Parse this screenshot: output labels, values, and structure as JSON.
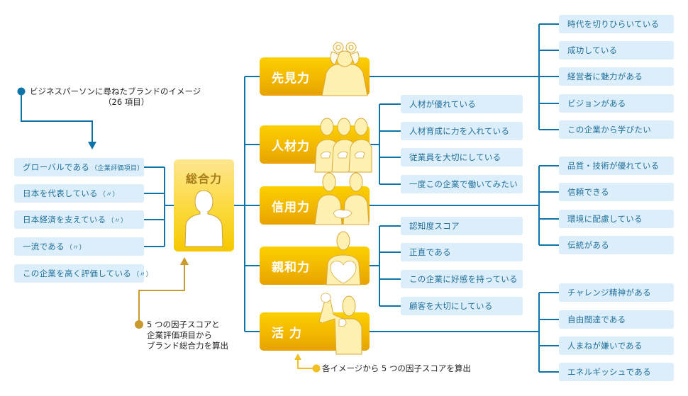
{
  "diagram": {
    "source_caption": {
      "line1": "ビジネスパーソンに尋ねたブランドのイメージ",
      "line2": "（26 項目）",
      "bullet_color": "#0e73a8"
    },
    "total": {
      "label": "総合力",
      "caption": [
        "5 つの因子スコアと",
        "企業評価項目から",
        "ブランド総合力を算出"
      ],
      "bullet_color": "#c99a2e"
    },
    "factor_caption": {
      "text": "各イメージから 5 つの因子スコアを算出",
      "bullet_color": "#f2be22"
    },
    "corporate_items": [
      {
        "text": "グローバルである",
        "note": "（企業評価項目）"
      },
      {
        "text": "日本を代表している",
        "note": "（〃）"
      },
      {
        "text": "日本経済を支えている",
        "note": "（〃）"
      },
      {
        "text": "一流である",
        "note": "（〃）"
      },
      {
        "text": "この企業を高く評価している",
        "note": "（〃）"
      }
    ],
    "factors": [
      {
        "label": "先見力",
        "items": [
          "時代を切りひらいている",
          "成功している",
          "経営者に魅力がある",
          "ビジョンがある",
          "この企業から学びたい"
        ]
      },
      {
        "label": "人材力",
        "items": [
          "人材が優れている",
          "人材育成に力を入れている",
          "従業員を大切にしている",
          "一度この企業で働いてみたい"
        ]
      },
      {
        "label": "信用力",
        "items": [
          "品質・技術が優れている",
          "信頼できる",
          "環境に配慮している",
          "伝統がある"
        ]
      },
      {
        "label": "親和力",
        "items": [
          "認知度スコア",
          "正直である",
          "この企業に好感を持っている",
          "顧客を大切にしている"
        ]
      },
      {
        "label": "活 力",
        "items": [
          "チャレンジ精神がある",
          "自由闊達である",
          "人まねが嫌いである",
          "エネルギッシュである"
        ]
      }
    ],
    "colors": {
      "connector": "#0e73a8",
      "item_bg": "#dceef9",
      "item_text": "#1f6f9c",
      "factor_gold": "#f1b500",
      "figure_fill": "#fdf0b0",
      "figure_stroke": "#d8a93a",
      "arrow_gold": "#c99a2e"
    }
  }
}
